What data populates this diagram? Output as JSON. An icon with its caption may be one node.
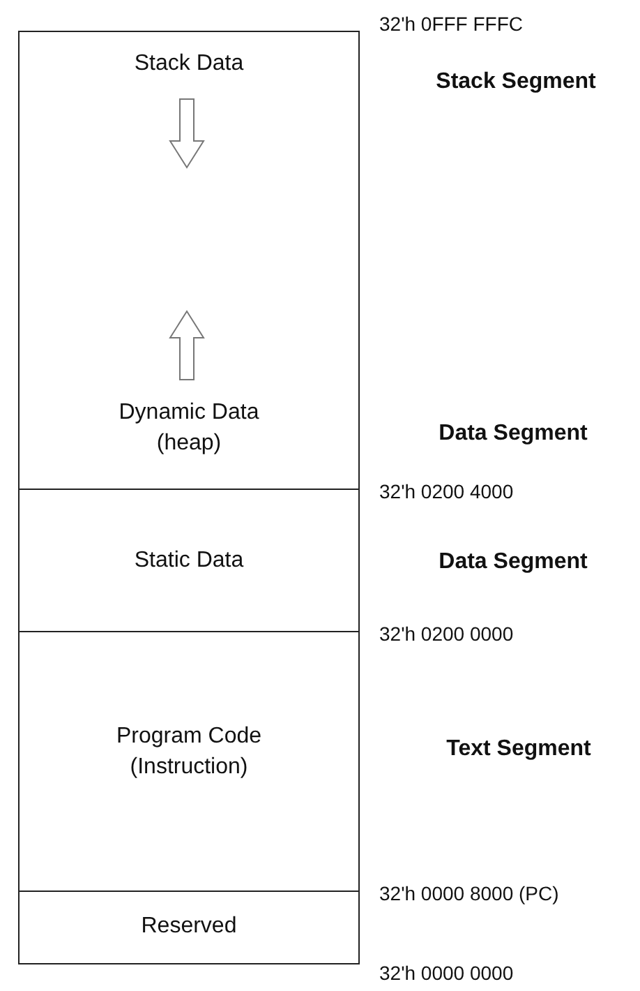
{
  "diagram": {
    "nodes": [
      {
        "text": [
          "Stack Data",
          "Dynamic Data (heap)"
        ]
      },
      {
        "text": [
          "Static Data"
        ]
      },
      {
        "text": [
          "Program Code (Instruction)"
        ]
      },
      {
        "text": [
          "Reserved"
        ]
      }
    ],
    "labels": [
      "32'h 0FFF FFFC",
      "Stack Segment",
      "Data Segment",
      "32'h 0200 4000",
      "Data Segment",
      "32'h 0200 0000",
      "Text Segment",
      "32'h 0000 8000 (PC)",
      "32'h 0000 0000"
    ]
  }
}
